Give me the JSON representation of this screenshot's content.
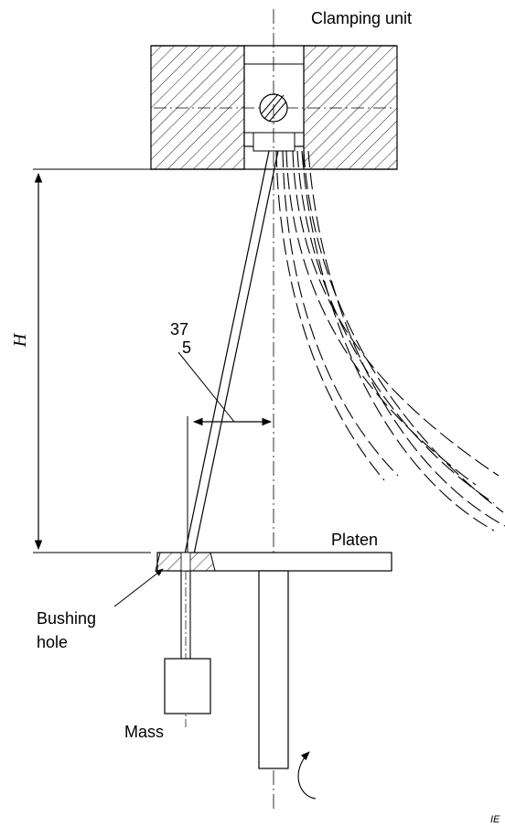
{
  "labels": {
    "clamping_unit": "Clamping unit",
    "platen": "Platen",
    "bushing_hole_line1": "Bushing",
    "bushing_hole_line2": "hole",
    "mass": "Mass",
    "height": "H",
    "dim_top": "37",
    "dim_bottom": "5",
    "corner_mark": "IE"
  },
  "colors": {
    "stroke": "#000000",
    "background": "#ffffff"
  }
}
